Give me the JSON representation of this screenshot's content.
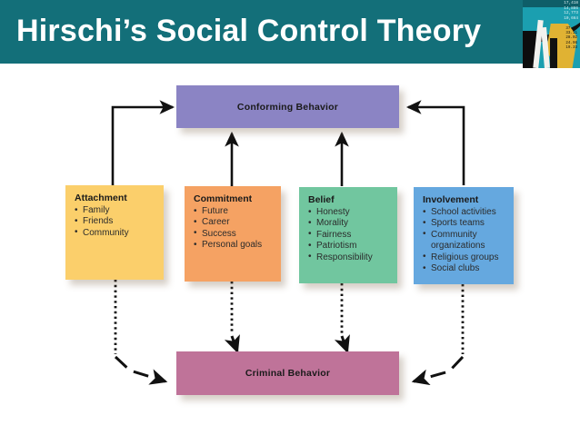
{
  "slide": {
    "title": "Hirschi’s Social Control Theory",
    "title_bar_color": "#136f79",
    "title_text_color": "#ffffff",
    "background_color": "#ffffff",
    "decoration": {
      "name": "abstract-photo-collage",
      "numbers_top": "17,418\n14,886\n12,773\n10,664",
      "numbers_mid": "37.48\n33.11\n28.02\n24.96\n19.33"
    }
  },
  "diagram": {
    "type": "flowchart",
    "outcomes": {
      "conforming": {
        "label": "Conforming Behavior",
        "color": "#8b84c4"
      },
      "criminal": {
        "label": "Criminal Behavior",
        "color": "#bf7399"
      }
    },
    "bonds": [
      {
        "title": "Attachment",
        "color": "#fbcf6b",
        "items": [
          "Family",
          "Friends",
          "Community"
        ]
      },
      {
        "title": "Commitment",
        "color": "#f5a263",
        "items": [
          "Future",
          "Career",
          "Success",
          "Personal goals"
        ]
      },
      {
        "title": "Belief",
        "color": "#71c69f",
        "items": [
          "Honesty",
          "Morality",
          "Fairness",
          "Patriotism",
          "Responsibility"
        ]
      },
      {
        "title": "Involvement",
        "color": "#65a8df",
        "items": [
          "School activities",
          "Sports teams",
          "Community organizations",
          "Religious groups",
          "Social clubs"
        ]
      }
    ],
    "connectors": {
      "solid_note": "Solid black arrows point up from each bond to Conforming Behavior",
      "dotted_note": "Dotted black arrows point down from each bond to Criminal Behavior",
      "solid_color": "#111111",
      "dotted_color": "#111111"
    }
  }
}
